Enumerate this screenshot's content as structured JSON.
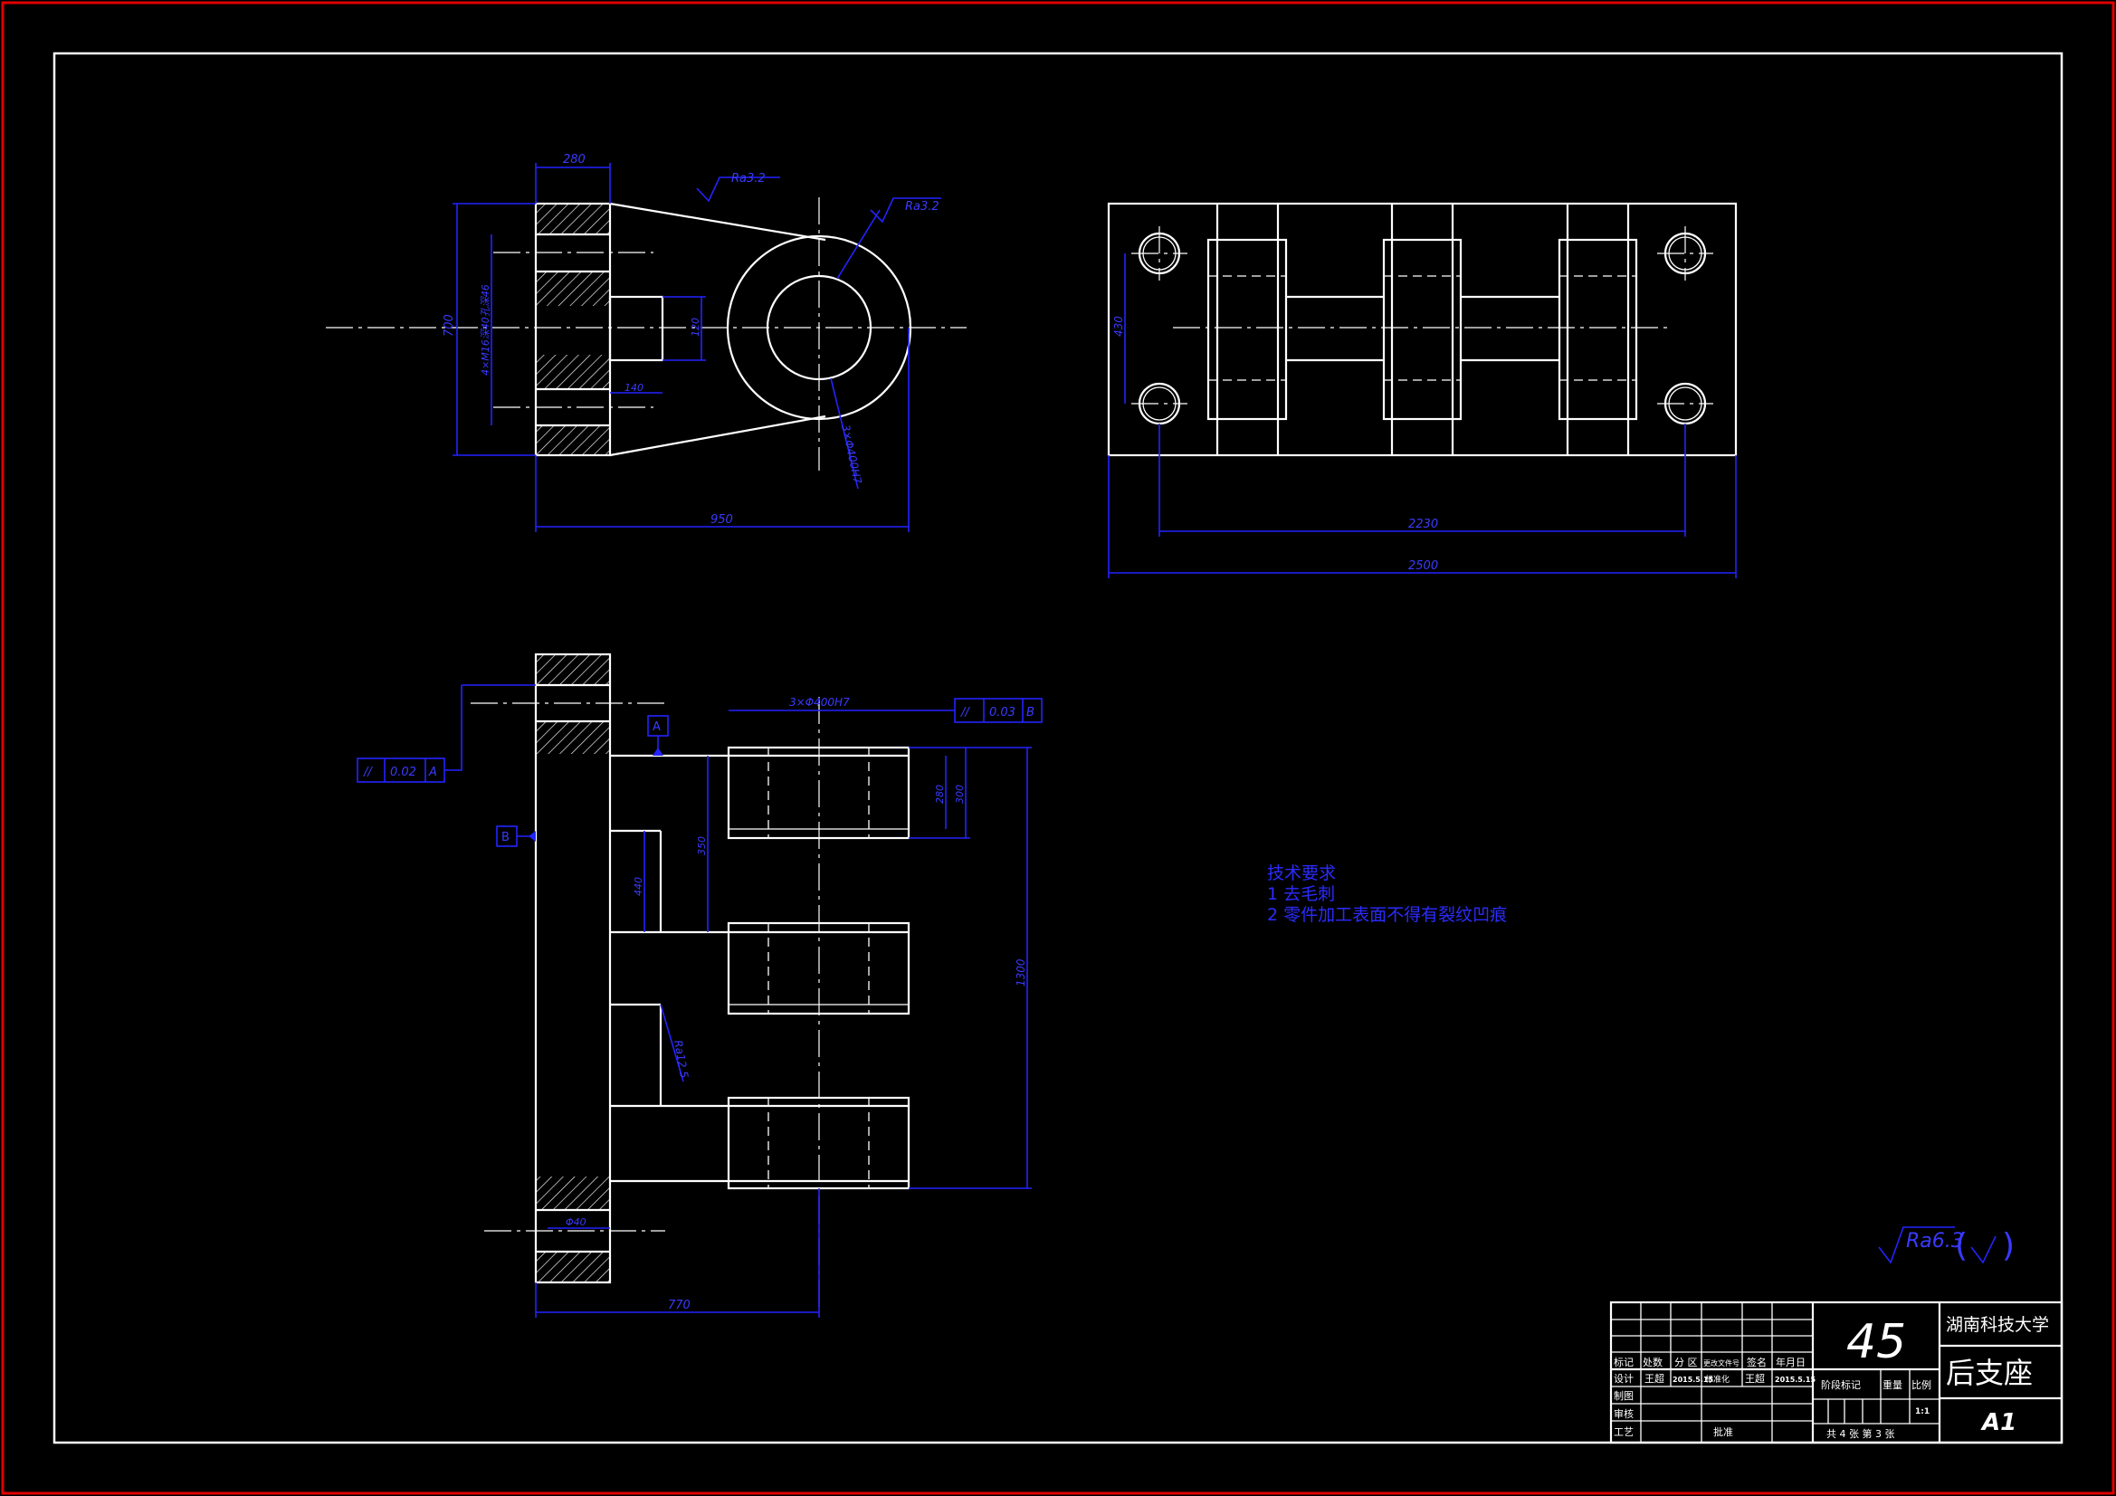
{
  "colors": {
    "background": "#000000",
    "outer_frame": "#e00000",
    "line": "#ffffff",
    "dimension": "#2323ff"
  },
  "front_view": {
    "dim_top": "280",
    "dim_total_width": "950",
    "dim_total_height": "700",
    "dim_bolt_holes": "4×M16深40孔深46",
    "dim_boss": "120",
    "dim_boss_len": "140",
    "dim_bore": "3×Φ400H7",
    "rough_1": "Ra3.2",
    "rough_2": "Ra3.2"
  },
  "side_view": {
    "dim_height": "430",
    "dim_hole_span": "2230",
    "dim_total_width": "2500"
  },
  "bottom_view": {
    "dim_bore": "3×Φ400H7",
    "flatness_sym": "//",
    "flatness_val": "0.03",
    "flatness_ref": "B",
    "datum_a": "A",
    "datum_b": "B",
    "perp_sym": "//",
    "perp_val": "0.02",
    "perp_ref": "A",
    "dim_lug_1": "280",
    "dim_lug_2": "300",
    "dim_gap": "350",
    "dim_rib": "440",
    "dim_span": "1300",
    "dim_rough": "Ra12.5",
    "dim_hole": "Φ40",
    "dim_depth": "770"
  },
  "tech": {
    "title": "技术要求",
    "line1": "1 去毛刺",
    "line2": "2 零件加工表面不得有裂纹凹痕"
  },
  "general_roughness": "Ra6.3",
  "title_block": {
    "material": "45",
    "university": "湖南科技大学",
    "part_name": "后支座",
    "drawing_no": "A1",
    "row_labels": [
      "标记",
      "处数",
      "分 区",
      "更改文件号",
      "签名",
      "年月日"
    ],
    "design": "设计",
    "designer": "王超",
    "design_date": "2015.5.15",
    "standard": "标准化",
    "std_name": "王超",
    "std_date": "2015.5.15",
    "drafting": "制图",
    "review": "审核",
    "process": "工艺",
    "approve": "批准",
    "stage": "阶段标记",
    "weight": "重量",
    "scale_label": "比例",
    "scale": "1:1",
    "sheets": "共 4 张 第 3 张"
  }
}
